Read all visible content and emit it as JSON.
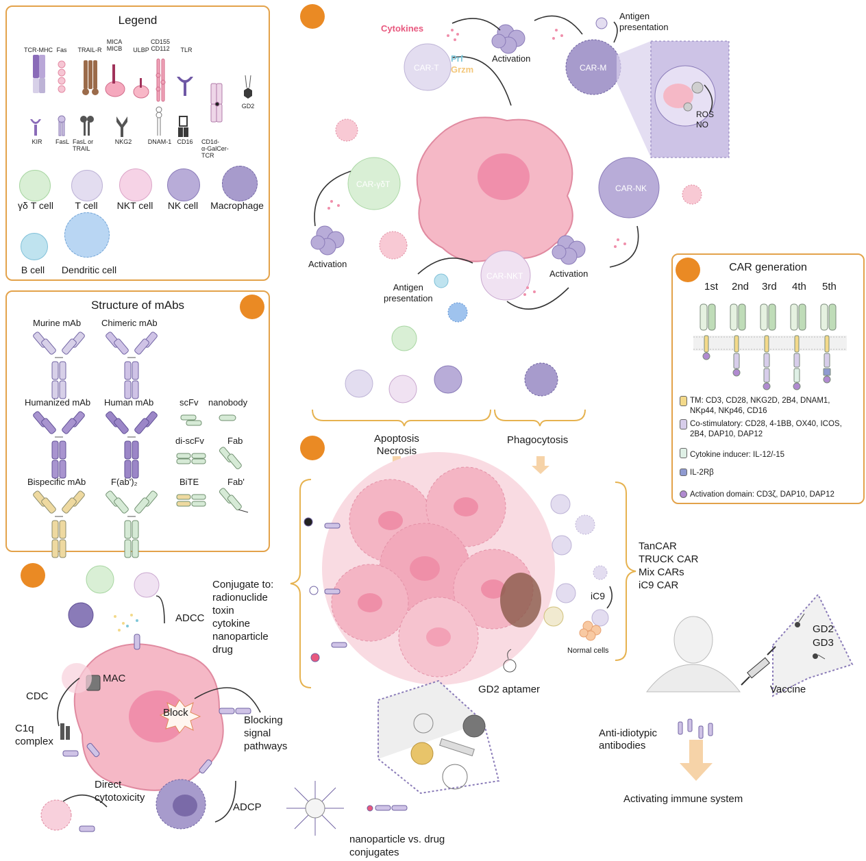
{
  "legend": {
    "title": "Legend",
    "receptors_row1": [
      "TCR-MHC",
      "Fas",
      "TRAIL-R",
      "MICA\nMICB",
      "ULBP",
      "CD155\nCD112",
      "TLR"
    ],
    "receptors_row2": [
      "KIR",
      "FasL",
      "FasL or\nTRAIL",
      "NKG2",
      "DNAM-1",
      "CD16",
      "CD1d-\nα-GalCer-\nTCR"
    ],
    "gd2": "GD2",
    "cells": [
      "γδ T cell",
      "T cell",
      "NKT cell",
      "NK cell",
      "Macrophage",
      "B cell",
      "Dendritic cell"
    ]
  },
  "mabs": {
    "title": "Structure of mAbs",
    "items": [
      "Murine mAb",
      "Chimeric mAb",
      "Humanized mAb",
      "Human mAb",
      "Bispecific mAb",
      "F(ab')₂"
    ],
    "fragments": [
      "scFv",
      "nanobody",
      "di-scFv",
      "Fab",
      "BiTE",
      "Fab'"
    ]
  },
  "car_gen": {
    "title": "CAR generation",
    "gens": [
      "1st",
      "2nd",
      "3rd",
      "4th",
      "5th"
    ],
    "legend": [
      {
        "label": "TM: CD3, CD28, NKG2D, 2B4, DNAM1,\nNKp44, NKp46, CD16",
        "color": "#f3d98a"
      },
      {
        "label": "Co-stimulatory: CD28, 4-1BB, OX40, ICOS,\n2B4, DAP10, DAP12",
        "color": "#d7cdea"
      },
      {
        "label": "Cytokine inducer: IL-12/-15",
        "color": "#dff0e6"
      },
      {
        "label": "IL-2Rβ",
        "color": "#8f9ad0"
      },
      {
        "label": "Activation domain: CD3ζ, DAP10, DAP12",
        "color": "#b08ad0"
      }
    ]
  },
  "car_cells": {
    "cytokines": "Cytokines",
    "prf": "Prf",
    "grzm": "Grzm",
    "car_t": "CAR-T",
    "car_m": "CAR-M",
    "car_gd": "CAR-γδT",
    "car_nk": "CAR-NK",
    "car_nkt": "CAR-NKT",
    "activation": "Activation",
    "antigen_presentation": "Antigen\npresentation",
    "ros_no": "ROS\nNO"
  },
  "middle": {
    "apoptosis": "Apoptosis\nNecrosis",
    "phagocytosis": "Phagocytosis",
    "car_types": "TanCAR\nTRUCK CAR\nMix CARs\niC9 CAR",
    "ic9": "iC9",
    "normal_cells": "Normal cells",
    "gd2_aptamer": "GD2 aptamer",
    "conjugate": "Conjugate to:\nradionuclide\ntoxin\ncytokine\nnanoparticle\ndrug",
    "nanoparticle_vs_drug": "nanoparticle vs. drug\nconjugates"
  },
  "mab_mech": {
    "adcc": "ADCC",
    "mac": "MAC",
    "cdc": "CDC",
    "c1q": "C1q\ncomplex",
    "block": "Block",
    "blocking": "Blocking\nsignal\npathways",
    "direct": "Direct\ncytotoxicity",
    "adcp": "ADCP"
  },
  "vaccine": {
    "gd2": "GD2",
    "gd3": "GD3",
    "vaccine": "Vaccine",
    "anti_idiotypic": "Anti-idiotypic\nantibodies",
    "activating": "Activating immune system"
  }
}
